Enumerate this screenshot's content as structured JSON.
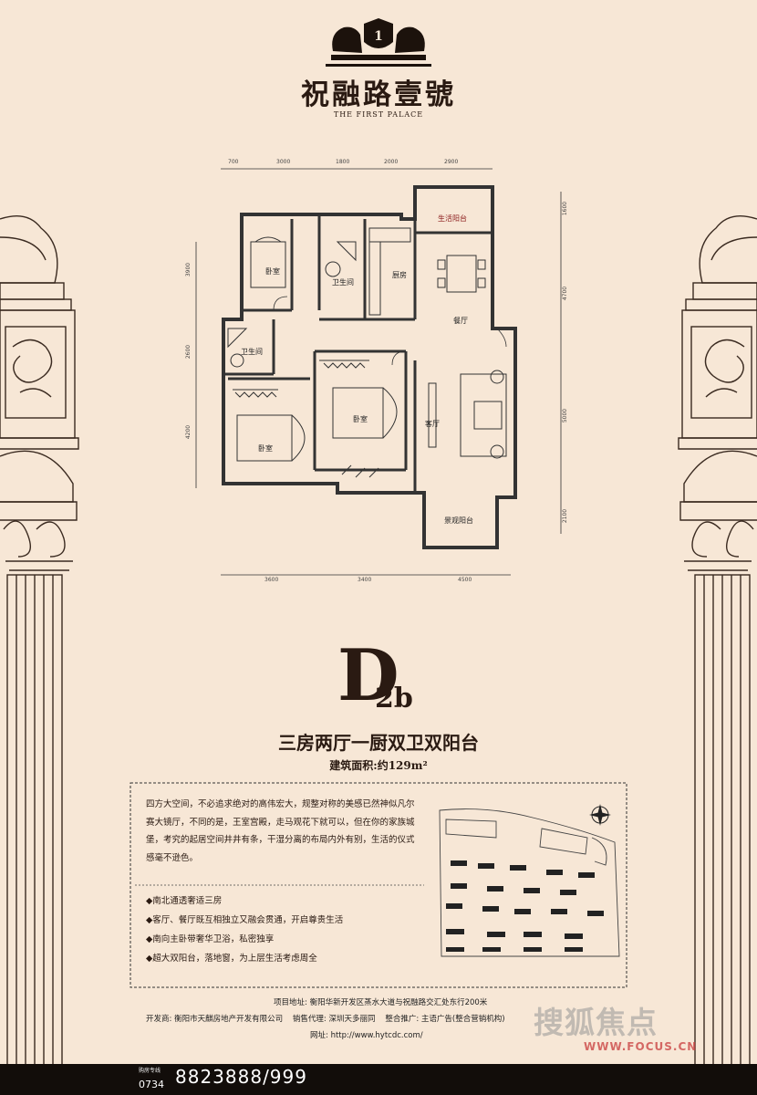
{
  "brand": {
    "name_cn": "祝融路壹號",
    "name_en": "THE FIRST PALACE",
    "logo_icon": "lion-crest-icon"
  },
  "floorplan": {
    "dims_top": [
      "700",
      "3000",
      "1800",
      "2000",
      "2900"
    ],
    "dims_bottom": [
      "3600",
      "3400",
      "4500"
    ],
    "dims_left": [
      "3900",
      "2600",
      "4200"
    ],
    "dims_right": [
      "1600",
      "4700",
      "5000",
      "2100"
    ],
    "rooms": {
      "life_balcony": "生活阳台",
      "bedroom_nw": "卧室",
      "bath_n": "卫生间",
      "kitchen": "厨房",
      "dining": "餐厅",
      "bath_w": "卫生间",
      "bedroom_mid": "卧室",
      "bedroom_sw": "卧室",
      "living": "客厅",
      "view_balcony": "景观阳台"
    }
  },
  "unit": {
    "type_letter": "D",
    "type_sub": "2b",
    "layout": "三房两厅一厨双卫双阳台",
    "area": "建筑面积:约129m²"
  },
  "description": {
    "intro": "四方大空间，不必追求绝对的高伟宏大，规整对称的美感已然神似凡尔赛大镜厅，不同的是，王室宫殿，走马观花下就可以，但在你的家族城堡，考究的起居空间井井有条，干湿分离的布局内外有别，生活的仪式感毫不逊色。",
    "bullets": [
      "◆南北通透奢适三房",
      "◆客厅、餐厅既互相独立又融会贯通，开启尊贵生活",
      "◆南向主卧带奢华卫浴，私密独享",
      "◆超大双阳台，落地窗，为上层生活考虑周全"
    ]
  },
  "project_info": {
    "address_label": "项目地址:",
    "address": "衡阳华新开发区蒸水大道与祝融路交汇处东行200米",
    "developer_label": "开发商:",
    "developer": "衡阳市天麒房地产开发有限公司",
    "agent_label": "销售代理:",
    "agent": "深圳天多丽同",
    "promo_label": "整合推广:",
    "promo": "主语广告(整合营销机构)",
    "website_label": "网址:",
    "website": "http://www.hytcdc.com/"
  },
  "hotline": {
    "label": "购房专线",
    "area_code": "0734",
    "number": "8823888/999"
  },
  "watermark": {
    "text_cn": "搜狐焦点",
    "url": "WWW.FOCUS.CN"
  },
  "colors": {
    "background": "#f7e7d6",
    "ink": "#2a1a12",
    "bar": "#120d0a"
  }
}
